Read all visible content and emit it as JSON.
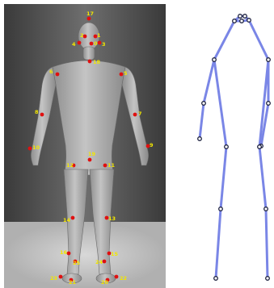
{
  "figure": {
    "keypoint_label_color": "#f2e600",
    "keypoint_dot_color": "#e01010",
    "skeleton_color": "#7a86e6",
    "joint_fill_color": "#ffffff",
    "joint_stroke_color": "#1e2240",
    "keypoints": [
      {
        "id": "0",
        "label": "0"
      },
      {
        "id": "1",
        "label": "1"
      },
      {
        "id": "2",
        "label": "2"
      },
      {
        "id": "3",
        "label": "3"
      },
      {
        "id": "4",
        "label": "4"
      },
      {
        "id": "5",
        "label": "5"
      },
      {
        "id": "6",
        "label": "6"
      },
      {
        "id": "7",
        "label": "7"
      },
      {
        "id": "8",
        "label": "8"
      },
      {
        "id": "9",
        "label": "9"
      },
      {
        "id": "10",
        "label": "10"
      },
      {
        "id": "11",
        "label": "11"
      },
      {
        "id": "12",
        "label": "12"
      },
      {
        "id": "13",
        "label": "13"
      },
      {
        "id": "14",
        "label": "14"
      },
      {
        "id": "15",
        "label": "15"
      },
      {
        "id": "16",
        "label": "16"
      },
      {
        "id": "17",
        "label": "17"
      },
      {
        "id": "18",
        "label": "18"
      },
      {
        "id": "19",
        "label": "19"
      },
      {
        "id": "20",
        "label": "20"
      },
      {
        "id": "21",
        "label": "21"
      },
      {
        "id": "22",
        "label": "22"
      },
      {
        "id": "23",
        "label": "23"
      },
      {
        "id": "24",
        "label": "24"
      },
      {
        "id": "25",
        "label": "25"
      }
    ]
  }
}
